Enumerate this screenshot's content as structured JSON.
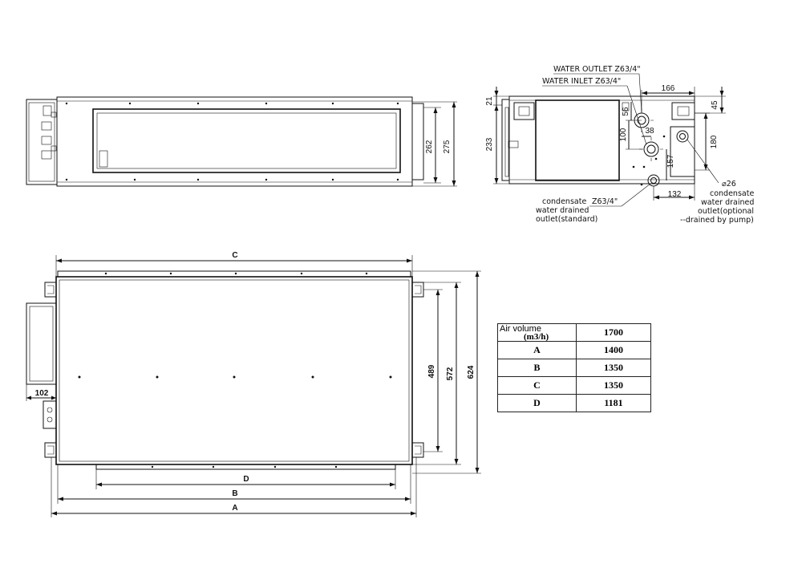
{
  "side_view": {
    "height_inner": "262",
    "height_outer": "275"
  },
  "end_view": {
    "dims": {
      "d21": "21",
      "d233": "233",
      "d166": "166",
      "d45": "45",
      "d56": "56",
      "d100": "100",
      "d38": "38",
      "d157": "157",
      "d180": "180",
      "d132": "132"
    },
    "labels": {
      "water_outlet": "WATER OUTLET Z63/4\"",
      "water_inlet": "WATER INLET Z63/4\"",
      "pump_diameter": "⌀26",
      "pump_note_1": "condensate",
      "pump_note_2": "water drained",
      "pump_note_3": "outlet(optional",
      "pump_note_4": "--drained by pump)",
      "std_note_1": "condensate",
      "std_thread": "Z63/4\"",
      "std_note_2": "water drained",
      "std_note_3": "outlet(standard)"
    }
  },
  "top_view": {
    "dim_c": "C",
    "dim_d": "D",
    "dim_b": "B",
    "dim_a": "A",
    "dim_102": "102",
    "dim_489": "489",
    "dim_572": "572",
    "dim_624": "624"
  },
  "table": {
    "header_label": "Air volume",
    "header_unit": "(m3/h)",
    "header_value": "1700",
    "rows": [
      {
        "key": "A",
        "value": "1400"
      },
      {
        "key": "B",
        "value": "1350"
      },
      {
        "key": "C",
        "value": "1350"
      },
      {
        "key": "D",
        "value": "1181"
      }
    ]
  }
}
